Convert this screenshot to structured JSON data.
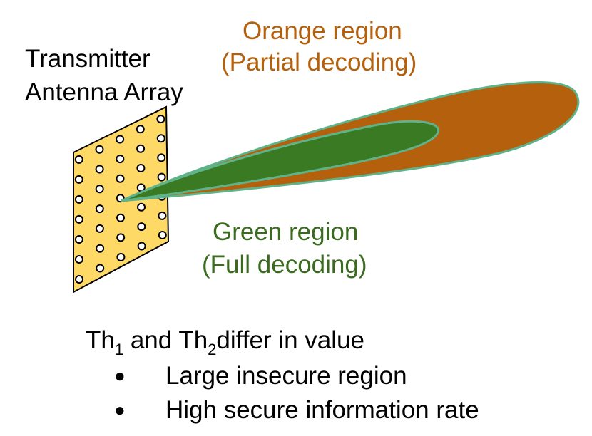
{
  "transmitter": {
    "line1": "Transmitter",
    "line2": "Antenna Array"
  },
  "orange_region": {
    "line1": "Orange region",
    "line2": "(Partial decoding)",
    "color": "#b5600c"
  },
  "green_region": {
    "line1": "Green region",
    "line2": "(Full decoding)",
    "color": "#3a6b1e"
  },
  "condition": {
    "th_a": "Th",
    "sub_a": "1",
    "middle": " and Th",
    "sub_b": "2",
    "tail": "differ in value"
  },
  "bullets": [
    {
      "symbol": "●",
      "text": "Large insecure region"
    },
    {
      "symbol": "●",
      "text": "High secure information rate"
    }
  ],
  "colors": {
    "antenna_fill": "#ffd966",
    "beam_outline": "#5fb38a",
    "orange_beam": "#b5600c",
    "green_beam": "#3a7a22"
  }
}
